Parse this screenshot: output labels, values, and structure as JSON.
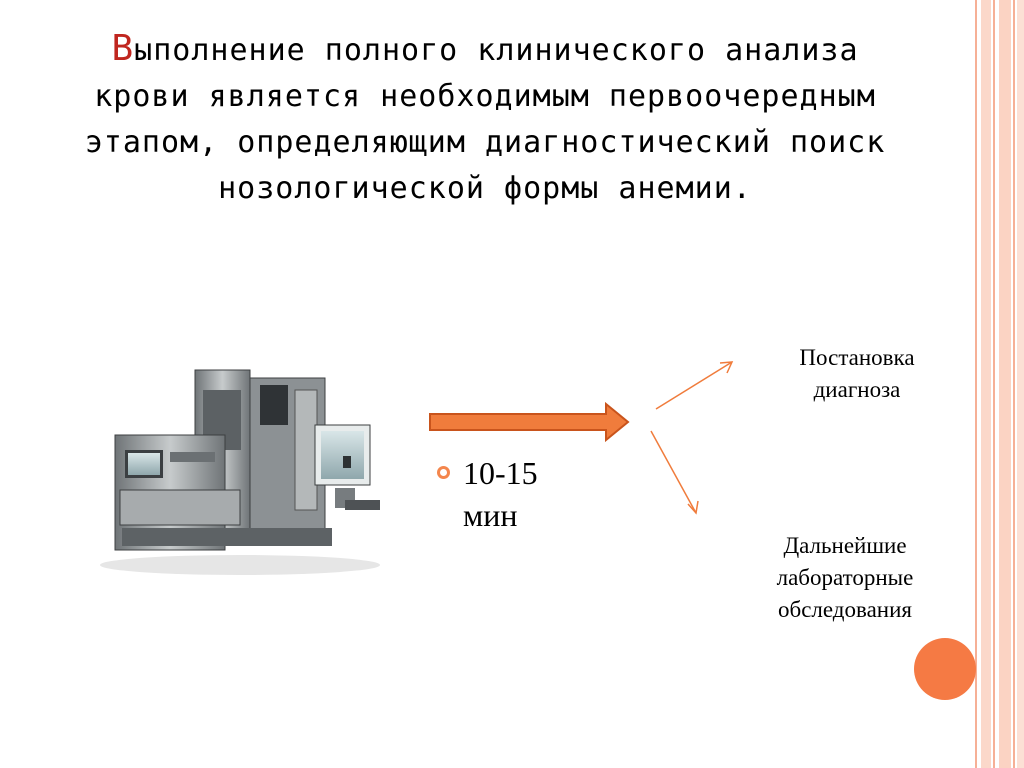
{
  "slide": {
    "title_first_letter": "В",
    "title_rest": "ыполнение полного клинического анализа крови является необходимым первоочередным этапом, определяющим диагностический поиск нозологической формы анемии.",
    "bullet": "10-15 мин",
    "outcome_top": "Постановка диагноза",
    "outcome_bottom": "Дальнейшие лабораторные обследования"
  },
  "colors": {
    "accent": "#f4864d",
    "title_first_letter": "#c0261f",
    "stripe_light": "#fbd3c3",
    "stripe_dark": "#f6b096",
    "circle": "#f57a44"
  },
  "icons": {
    "device": "blood-analyzer-icon",
    "main_arrow": "right-arrow-icon"
  }
}
